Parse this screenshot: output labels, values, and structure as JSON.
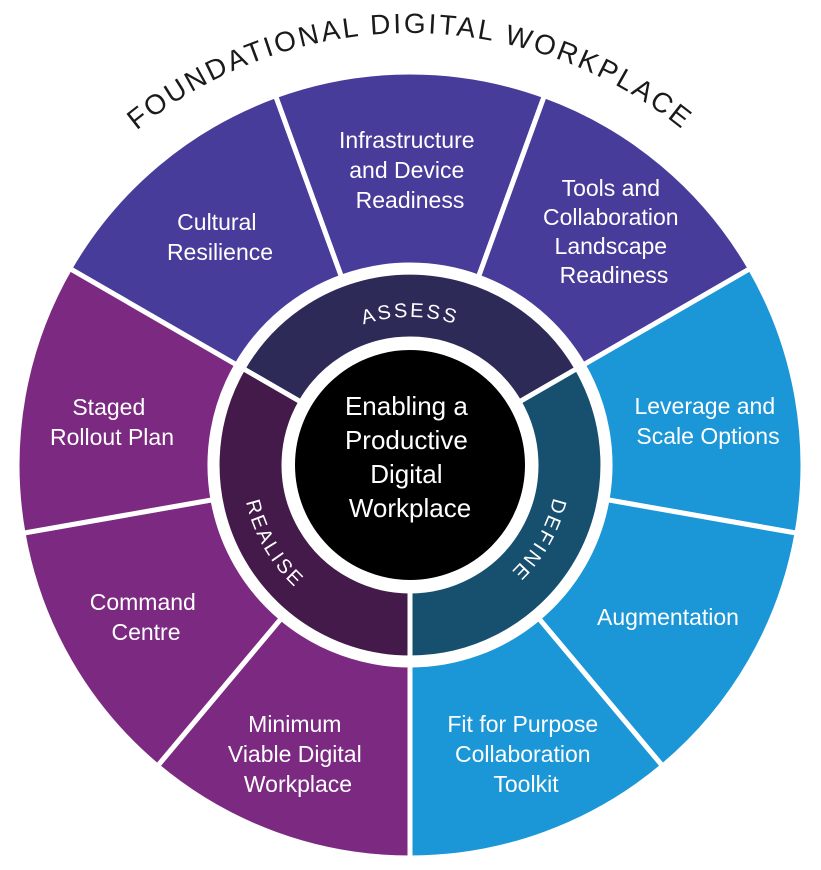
{
  "title": "FOUNDATIONAL DIGITAL WORKPLACE",
  "center": {
    "lines": [
      "Enabling a",
      "Productive",
      "Digital",
      "Workplace"
    ]
  },
  "phases": {
    "assess": {
      "label": "ASSESS",
      "inner_color": "#2d2a58",
      "outer_color": "#473c99"
    },
    "define": {
      "label": "DEFINE",
      "inner_color": "#17506f",
      "outer_color": "#1b96d6"
    },
    "realise": {
      "label": "REALISE",
      "inner_color": "#431a4a",
      "outer_color": "#7c2a81"
    }
  },
  "segments": [
    {
      "phase": "assess",
      "name": "Cultural Resilience",
      "lines": [
        "Cultural",
        "Resilience"
      ]
    },
    {
      "phase": "assess",
      "name": "Infrastructure and Device Readiness",
      "lines": [
        "Infrastructure",
        "and Device",
        "Readiness"
      ]
    },
    {
      "phase": "assess",
      "name": "Tools and Collaboration Landscape Readiness",
      "lines": [
        "Tools and",
        "Collaboration",
        "Landscape",
        "Readiness"
      ]
    },
    {
      "phase": "define",
      "name": "Leverage and Scale Options",
      "lines": [
        "Leverage and",
        "Scale Options"
      ]
    },
    {
      "phase": "define",
      "name": "Augmentation",
      "lines": [
        "Augmentation"
      ]
    },
    {
      "phase": "define",
      "name": "Fit for Purpose Collaboration Toolkit",
      "lines": [
        "Fit for Purpose",
        "Collaboration",
        "Toolkit"
      ]
    },
    {
      "phase": "realise",
      "name": "Minimum Viable Digital Workplace",
      "lines": [
        "Minimum",
        "Viable Digital",
        "Workplace"
      ]
    },
    {
      "phase": "realise",
      "name": "Command Centre",
      "lines": [
        "Command",
        "Centre"
      ]
    },
    {
      "phase": "realise",
      "name": "Staged Rollout Plan",
      "lines": [
        "Staged",
        "Rollout Plan"
      ]
    }
  ],
  "colors": {
    "background": "#ffffff",
    "divider": "#ffffff",
    "center_fill": "#000000",
    "label_text": "#ffffff",
    "title_text": "#1a1a1a"
  }
}
